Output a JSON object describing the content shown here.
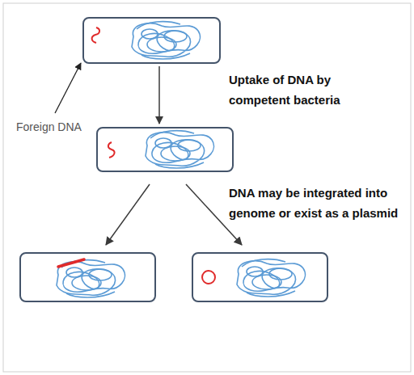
{
  "diagram": {
    "labels": [
      "Foreign DNA",
      "Uptake of DNA by competent bacteria",
      "DNA may be integrated into genome or exist as a plasmid"
    ]
  }
}
